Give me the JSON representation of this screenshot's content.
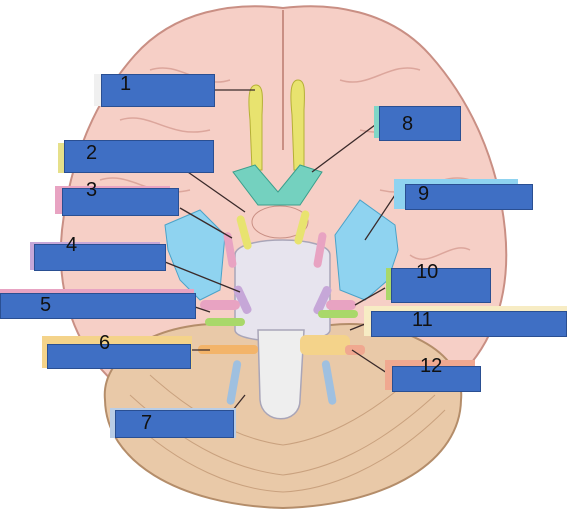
{
  "labels": [
    {
      "num": "1",
      "tint": "#f0f0f0"
    },
    {
      "num": "2",
      "tint": "#e6e08a"
    },
    {
      "num": "3",
      "tint": "#e8a3c2"
    },
    {
      "num": "4",
      "tint": "#c6a7d8"
    },
    {
      "num": "5",
      "tint": "#e8a3c2"
    },
    {
      "num": "6",
      "tint": "#f4d38a"
    },
    {
      "num": "7",
      "tint": "#b9cde6"
    },
    {
      "num": "8",
      "tint": "#7fd6c7"
    },
    {
      "num": "9",
      "tint": "#8fd3f0"
    },
    {
      "num": "10",
      "tint": "#a9d86a"
    },
    {
      "num": "11",
      "tint": "#f7ecc4"
    },
    {
      "num": "12",
      "tint": "#f0a890"
    }
  ],
  "colors": {
    "brain": "#f6cfc6",
    "brain_outline": "#c98f84",
    "cerebellum": "#e9c9a8",
    "olfactory": "#e8e36f",
    "answer_box": "#3f6fc4"
  }
}
